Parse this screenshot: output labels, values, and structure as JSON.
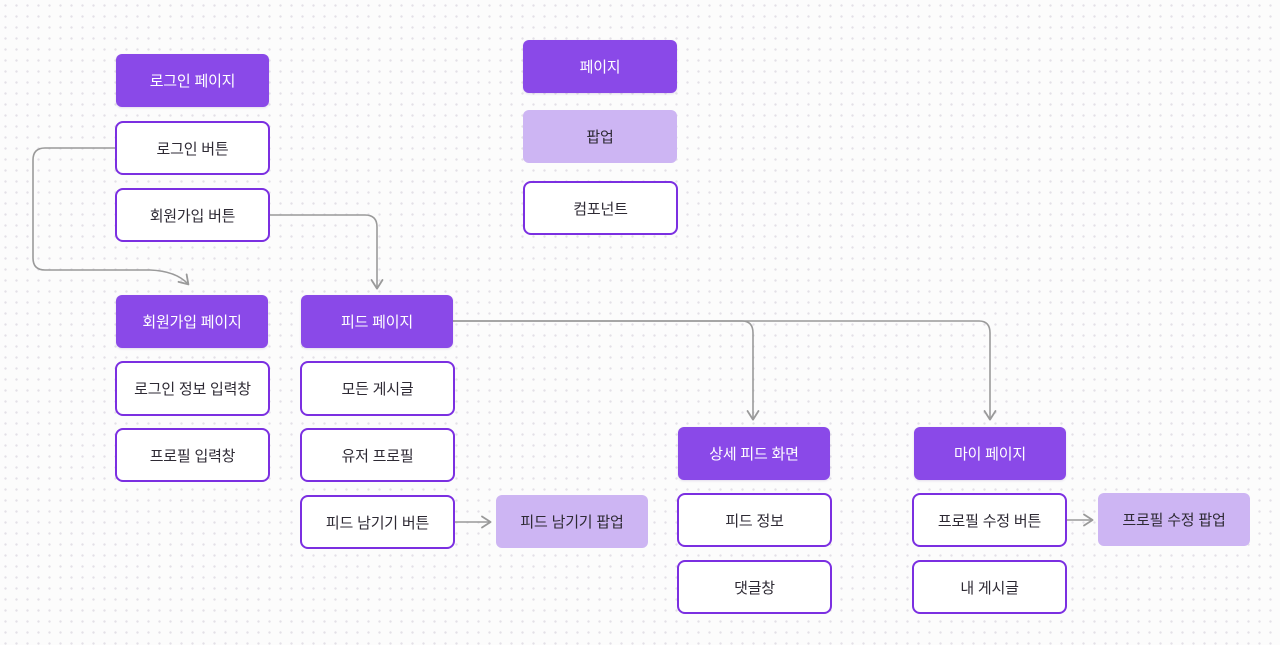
{
  "canvas": {
    "background": "#fcfcfc",
    "dot_color": "#e3e0e7"
  },
  "colors": {
    "page_fill": "#8a49e8",
    "page_text": "#ffffff",
    "popup_fill": "#cdb5f3",
    "component_fill": "#ffffff",
    "component_border": "#7b2fe1",
    "text_dark": "#2e2a34",
    "connector": "#9a9a9a"
  },
  "legend": {
    "page_label": "페이지",
    "popup_label": "팝업",
    "component_label": "컴포넌트"
  },
  "nodes": {
    "login_page": "로그인 페이지",
    "login_button": "로그인 버튼",
    "signup_button": "회원가입 버튼",
    "signup_page": "회원가입 페이지",
    "login_info_input": "로그인 정보 입력창",
    "profile_input": "프로필 입력창",
    "feed_page": "피드 페이지",
    "all_posts": "모든 게시글",
    "user_profile": "유저 프로필",
    "leave_feed_button": "피드 남기기 버튼",
    "leave_feed_popup": "피드 남기기 팝업",
    "detail_feed_screen": "상세 피드 화면",
    "feed_info": "피드 정보",
    "comment_box": "댓글창",
    "my_page": "마이 페이지",
    "profile_edit_button": "프로필 수정 버튼",
    "my_posts": "내 게시글",
    "profile_edit_popup": "프로필 수정 팝업"
  }
}
